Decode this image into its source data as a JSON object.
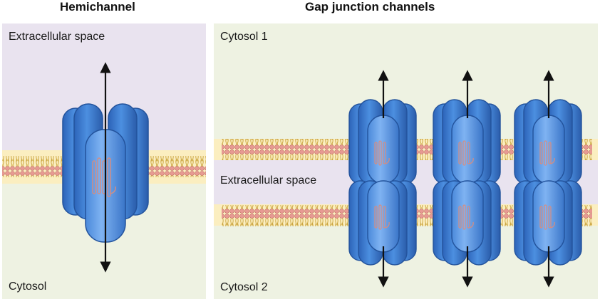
{
  "left_panel": {
    "title": "Hemichannel",
    "top_label": "Extracellular space",
    "bottom_label": "Cytosol"
  },
  "right_panel": {
    "title": "Gap junction channels",
    "top_label": "Cytosol 1",
    "middle_label": "Extracellular space",
    "bottom_label": "Cytosol 2"
  },
  "colors": {
    "extracellular": "#e9e3ef",
    "cytosol": "#eef2e2",
    "membrane_core": "#fbeec0",
    "lipid_head": "#e79a93",
    "lipid_tail": "#c9a23a",
    "channel_body": "#3f7fd1",
    "channel_highlight": "#78aef0",
    "channel_outline": "#2a5da6",
    "helix": "#d98c7e",
    "arrow": "#111111"
  }
}
